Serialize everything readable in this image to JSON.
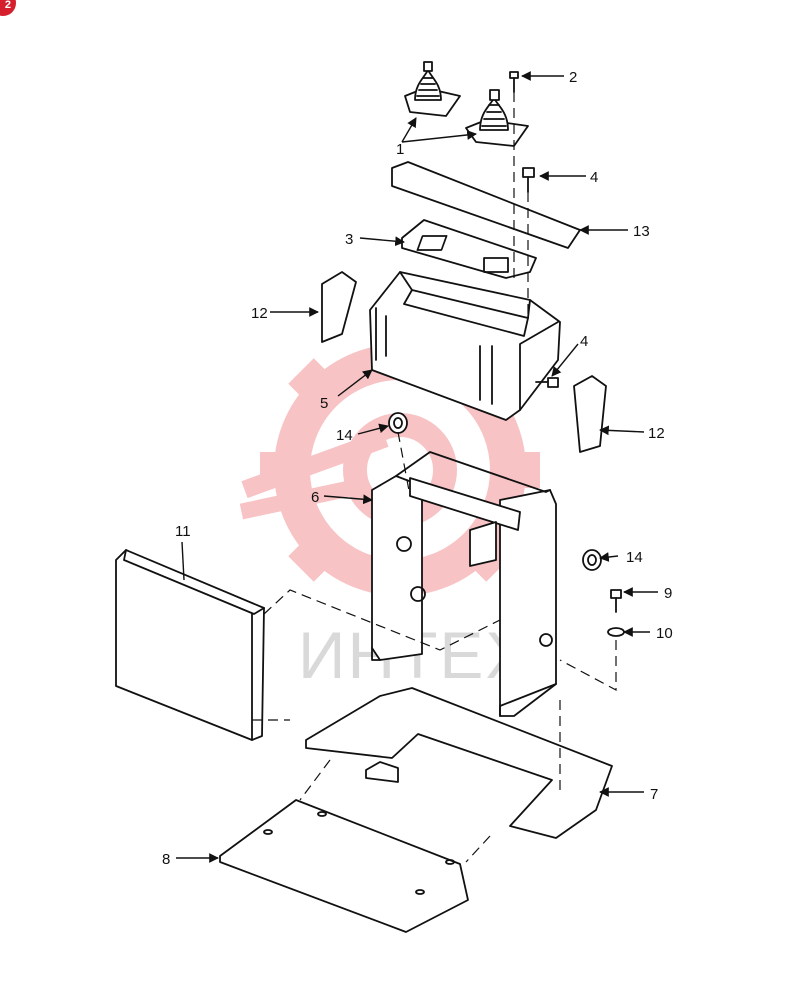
{
  "corner_badge": "2",
  "watermark": {
    "text": "ИНТЕХ",
    "logo_color": "#f3a3a6",
    "text_color": "#d9d9d9"
  },
  "diagram": {
    "type": "exploded-parts-view",
    "line_color": "#111111",
    "callouts": [
      {
        "id": "c1",
        "label": "1"
      },
      {
        "id": "c2",
        "label": "2"
      },
      {
        "id": "c3",
        "label": "3"
      },
      {
        "id": "c4a",
        "label": "4"
      },
      {
        "id": "c4b",
        "label": "4"
      },
      {
        "id": "c5",
        "label": "5"
      },
      {
        "id": "c6",
        "label": "6"
      },
      {
        "id": "c7",
        "label": "7"
      },
      {
        "id": "c8",
        "label": "8"
      },
      {
        "id": "c9",
        "label": "9"
      },
      {
        "id": "c10",
        "label": "10"
      },
      {
        "id": "c11",
        "label": "11"
      },
      {
        "id": "c12a",
        "label": "12"
      },
      {
        "id": "c12b",
        "label": "12"
      },
      {
        "id": "c13",
        "label": "13"
      },
      {
        "id": "c14a",
        "label": "14"
      },
      {
        "id": "c14b",
        "label": "14"
      }
    ]
  }
}
